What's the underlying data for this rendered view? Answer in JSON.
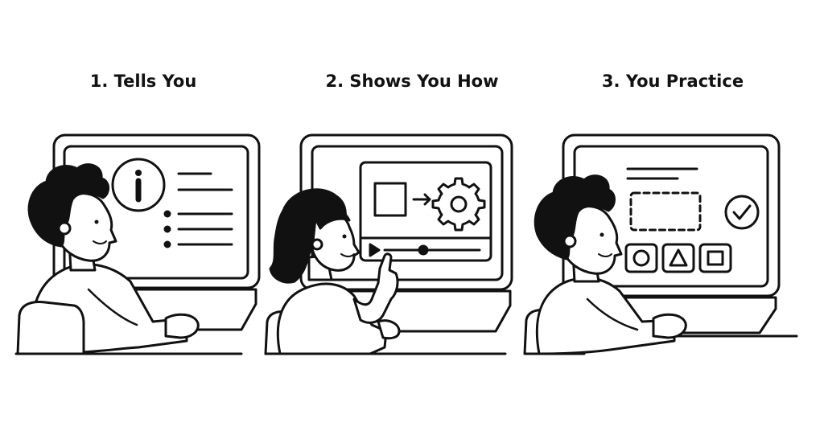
{
  "panels": [
    {
      "title": "1. Tells You"
    },
    {
      "title": "2. Shows You How"
    },
    {
      "title": "3. You Practice"
    }
  ],
  "colors": {
    "ink": "#111111",
    "paper": "#ffffff"
  },
  "icons": {
    "panel_1": [
      "info-icon",
      "bulleted-list-icon"
    ],
    "panel_2": [
      "square-icon",
      "arrow-right-icon",
      "gear-icon",
      "play-icon",
      "progress-scrubber"
    ],
    "panel_3": [
      "checkmark-icon",
      "circle-option-icon",
      "triangle-option-icon",
      "square-option-icon"
    ]
  }
}
